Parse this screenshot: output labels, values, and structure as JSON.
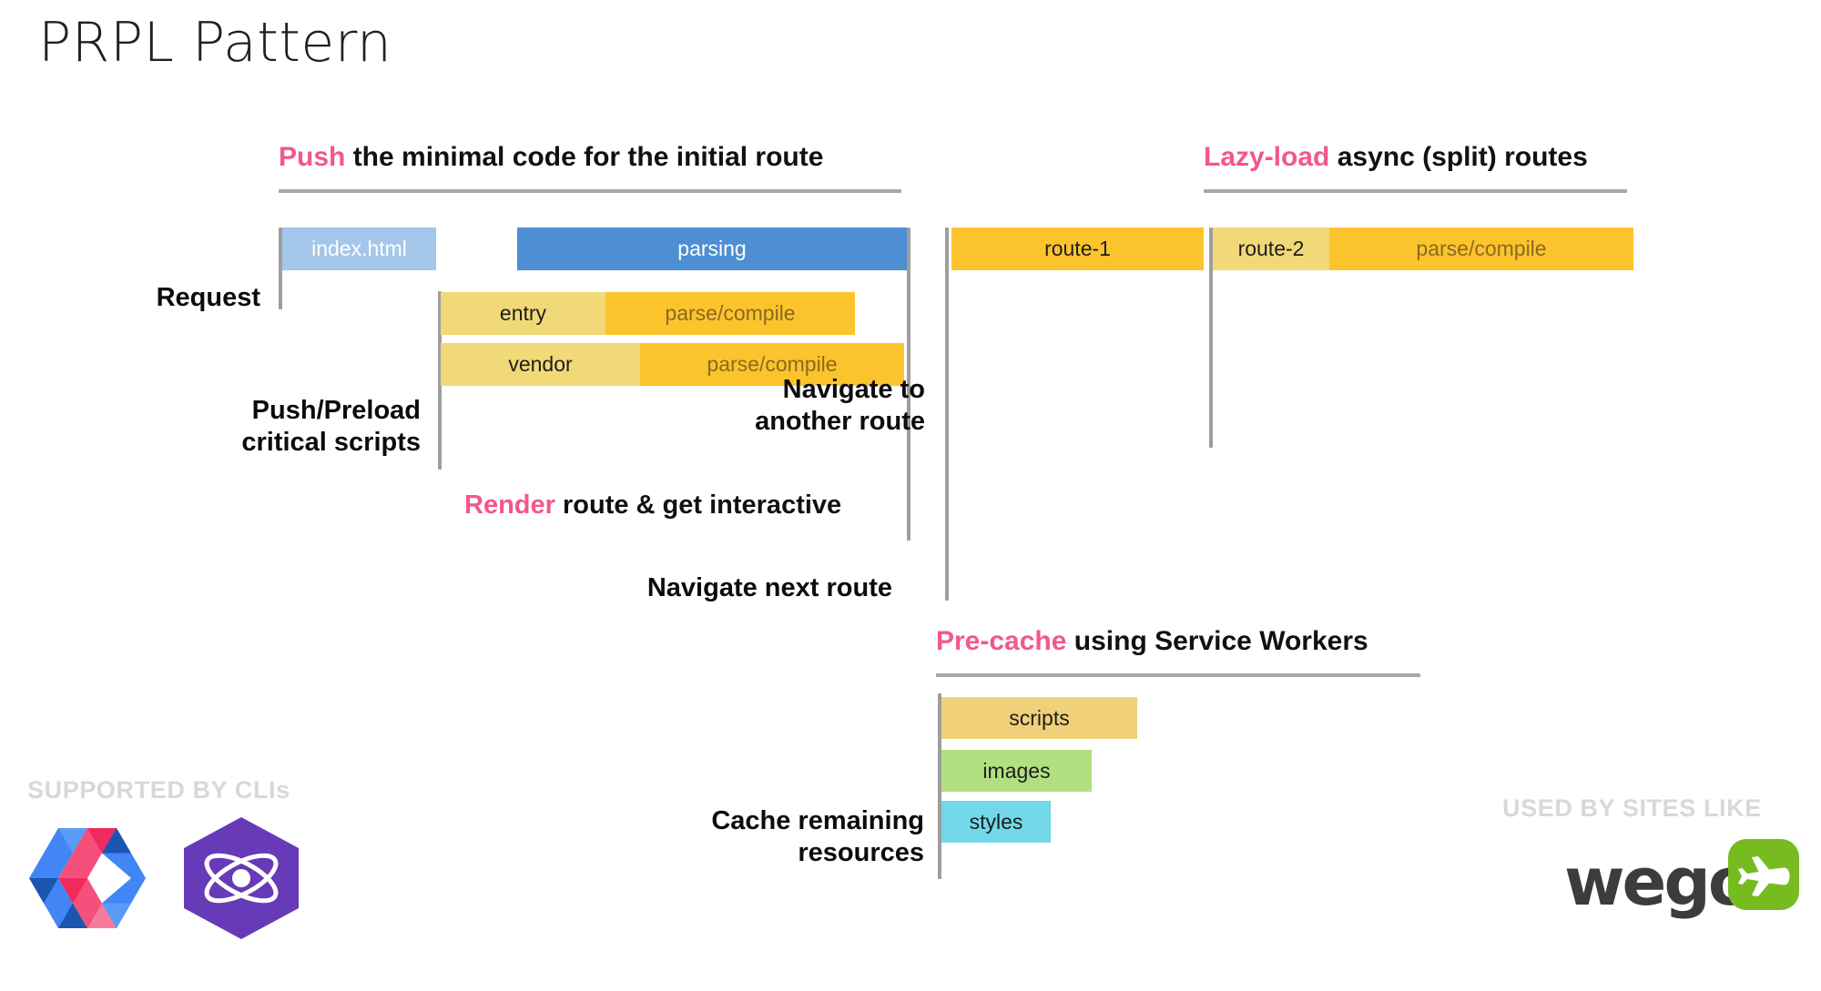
{
  "title": "PRPL Pattern",
  "sections": {
    "push": {
      "accent": "Push",
      "rest": " the minimal code for the initial route"
    },
    "lazy": {
      "accent": "Lazy-load",
      "rest": " async (split) routes"
    },
    "precache": {
      "accent": "Pre-cache",
      "rest": " using Service Workers"
    }
  },
  "inline_headings": {
    "render": {
      "accent": "Render",
      "rest": " route & get interactive"
    }
  },
  "captions": {
    "request": "Request",
    "push_preload": "Push/Preload\ncritical scripts",
    "navigate_next": "Navigate next route",
    "navigate_another": "Navigate to\nanother route",
    "cache_remaining": "Cache remaining\nresources"
  },
  "bars": {
    "index_html": "index.html",
    "parsing": "parsing",
    "entry": "entry",
    "entry_parse": "parse/compile",
    "vendor": "vendor",
    "vendor_parse": "parse/compile",
    "route1": "route-1",
    "route2": "route-2",
    "route2_parse": "parse/compile",
    "scripts": "scripts",
    "images": "images",
    "styles": "styles"
  },
  "footer": {
    "supported_by": "SUPPORTED BY CLIs",
    "used_by": "USED BY SITES LIKE",
    "wego_wordmark": "wego"
  },
  "colors": {
    "accent_pink": "#f2578f",
    "index_blue": "#a3c6ea",
    "parse_blue": "#4e8fd3",
    "pale_gold": "#f2d977",
    "gold": "#fcc42c",
    "scripts_gold": "#f0d079",
    "images_green": "#b2e080",
    "styles_cyan": "#72d8ea",
    "guide_gray": "#9e9e9e",
    "footer_gray": "#d8d8d8",
    "wego_green": "#76bc21",
    "preact_purple": "#673ab8"
  }
}
